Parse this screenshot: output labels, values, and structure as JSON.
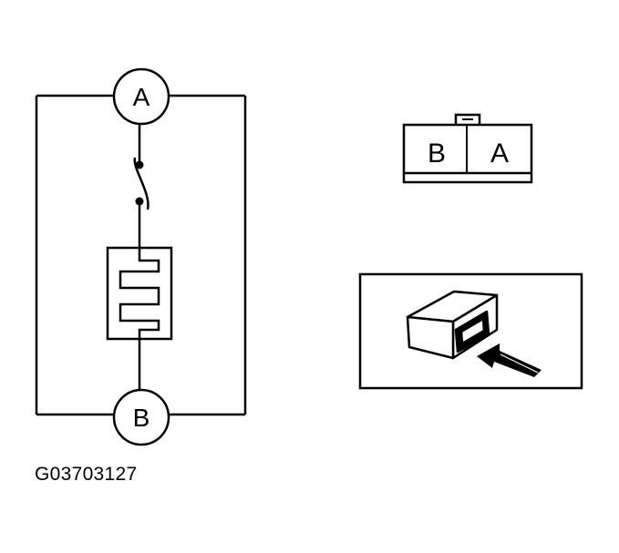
{
  "circuit": {
    "terminal_a": "A",
    "terminal_b": "B"
  },
  "connector_face": {
    "left_cavity": "B",
    "right_cavity": "A"
  },
  "inset": {
    "arrow_icon": "arrow-icon"
  },
  "figure_code": "G03703127",
  "colors": {
    "line": "#000000",
    "background": "#ffffff"
  }
}
